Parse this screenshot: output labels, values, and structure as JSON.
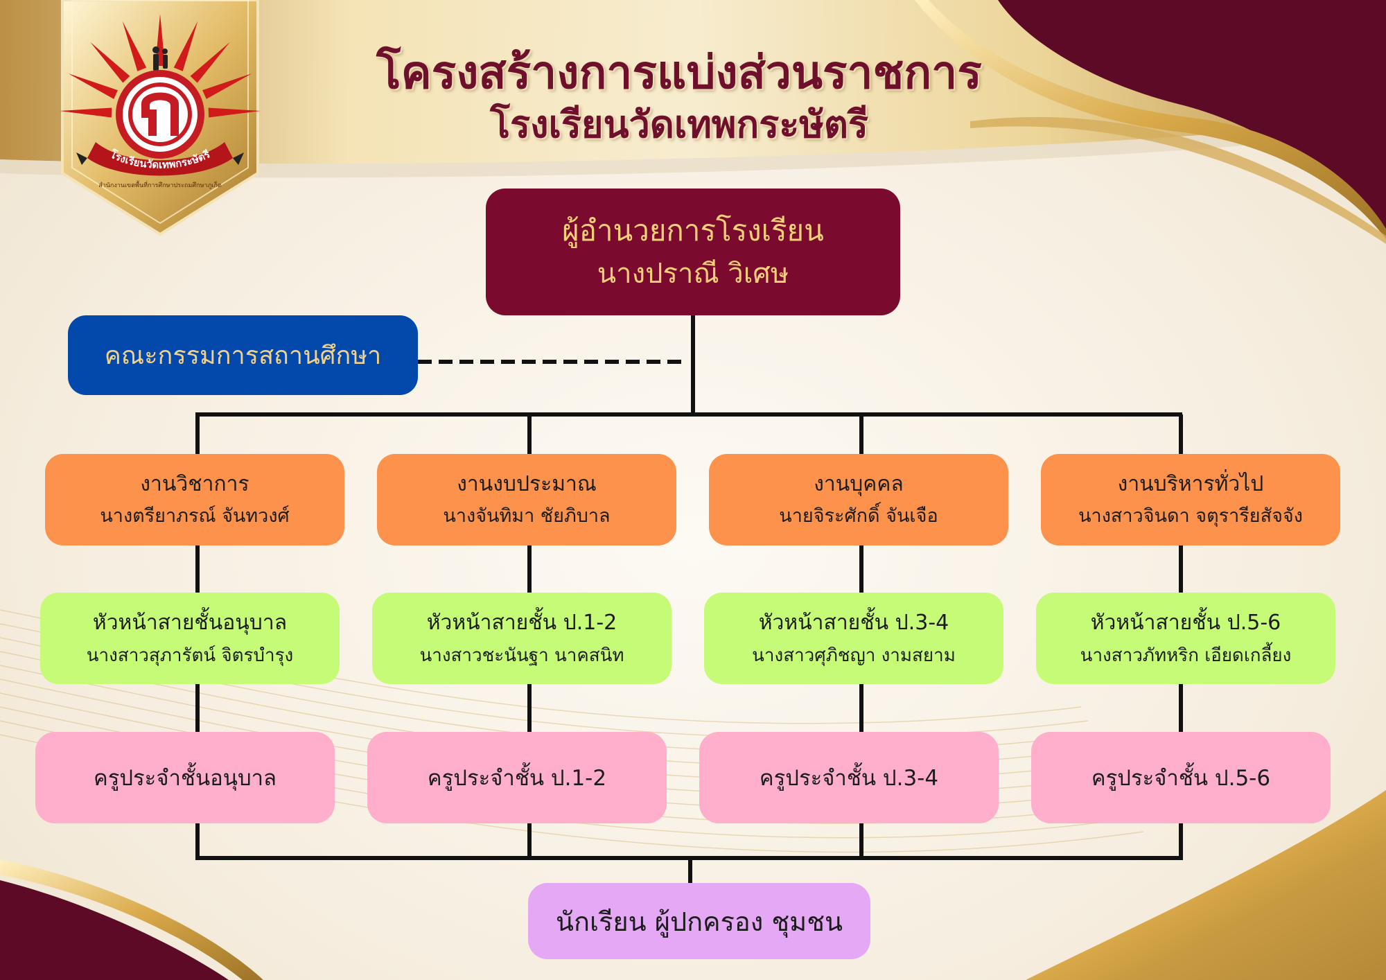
{
  "title": {
    "line1": "โครงสร้างการแบ่งส่วนราชการ",
    "line2": "โรงเรียนวัดเทพกระษัตรี"
  },
  "logo": {
    "ring_text": "โรงเรียนวัดเทพกระษัตรี",
    "sub_text": "สำนักงานเขตพื้นที่การศึกษาประถมศึกษาภูเก็ต"
  },
  "director": {
    "role": "ผู้อำนวยการโรงเรียน",
    "name": "นางปราณี  วิเศษ"
  },
  "committee": {
    "label": "คณะกรรมการสถานศึกษา"
  },
  "departments": [
    {
      "title": "งานวิชาการ",
      "name": "นางตรียาภรณ์  จันทวงศ์"
    },
    {
      "title": "งานงบประมาณ",
      "name": "นางจันทิมา  ชัยภิบาล"
    },
    {
      "title": "งานบุคคล",
      "name": "นายจิระศักดิ์  จันเจือ"
    },
    {
      "title": "งานบริหารทั่วไป",
      "name": "นางสาวจินดา  จตุรารียสัจจัง"
    }
  ],
  "grade_heads": [
    {
      "title": "หัวหน้าสายชั้นอนุบาล",
      "name": "นางสาวสุภารัตน์  จิตรบำรุง"
    },
    {
      "title": "หัวหน้าสายชั้น ป.1-2",
      "name": "นางสาวชะนันฐา  นาคสนิท"
    },
    {
      "title": "หัวหน้าสายชั้น ป.3-4",
      "name": "นางสาวศุภิชญา  งามสยาม"
    },
    {
      "title": "หัวหน้าสายชั้น ป.5-6",
      "name": "นางสาวภัทหริก  เอียดเกลี้ยง"
    }
  ],
  "teachers": [
    {
      "label": "ครูประจำชั้นอนุบาล"
    },
    {
      "label": "ครูประจำชั้น ป.1-2"
    },
    {
      "label": "ครูประจำชั้น ป.3-4"
    },
    {
      "label": "ครูประจำชั้น ป.5-6"
    }
  ],
  "community": {
    "label": "นักเรียน ผู้ปกครอง ชุมชน"
  },
  "colors": {
    "maroon": "#7a0a2e",
    "gold": "#d9b563",
    "committee_blue": "#0349ac",
    "department_orange": "#fc924c",
    "grade_head_green": "#c6fb78",
    "teacher_pink": "#ffaecb",
    "community_purple": "#e4a8f5",
    "title_text": "#6e0f2c"
  }
}
